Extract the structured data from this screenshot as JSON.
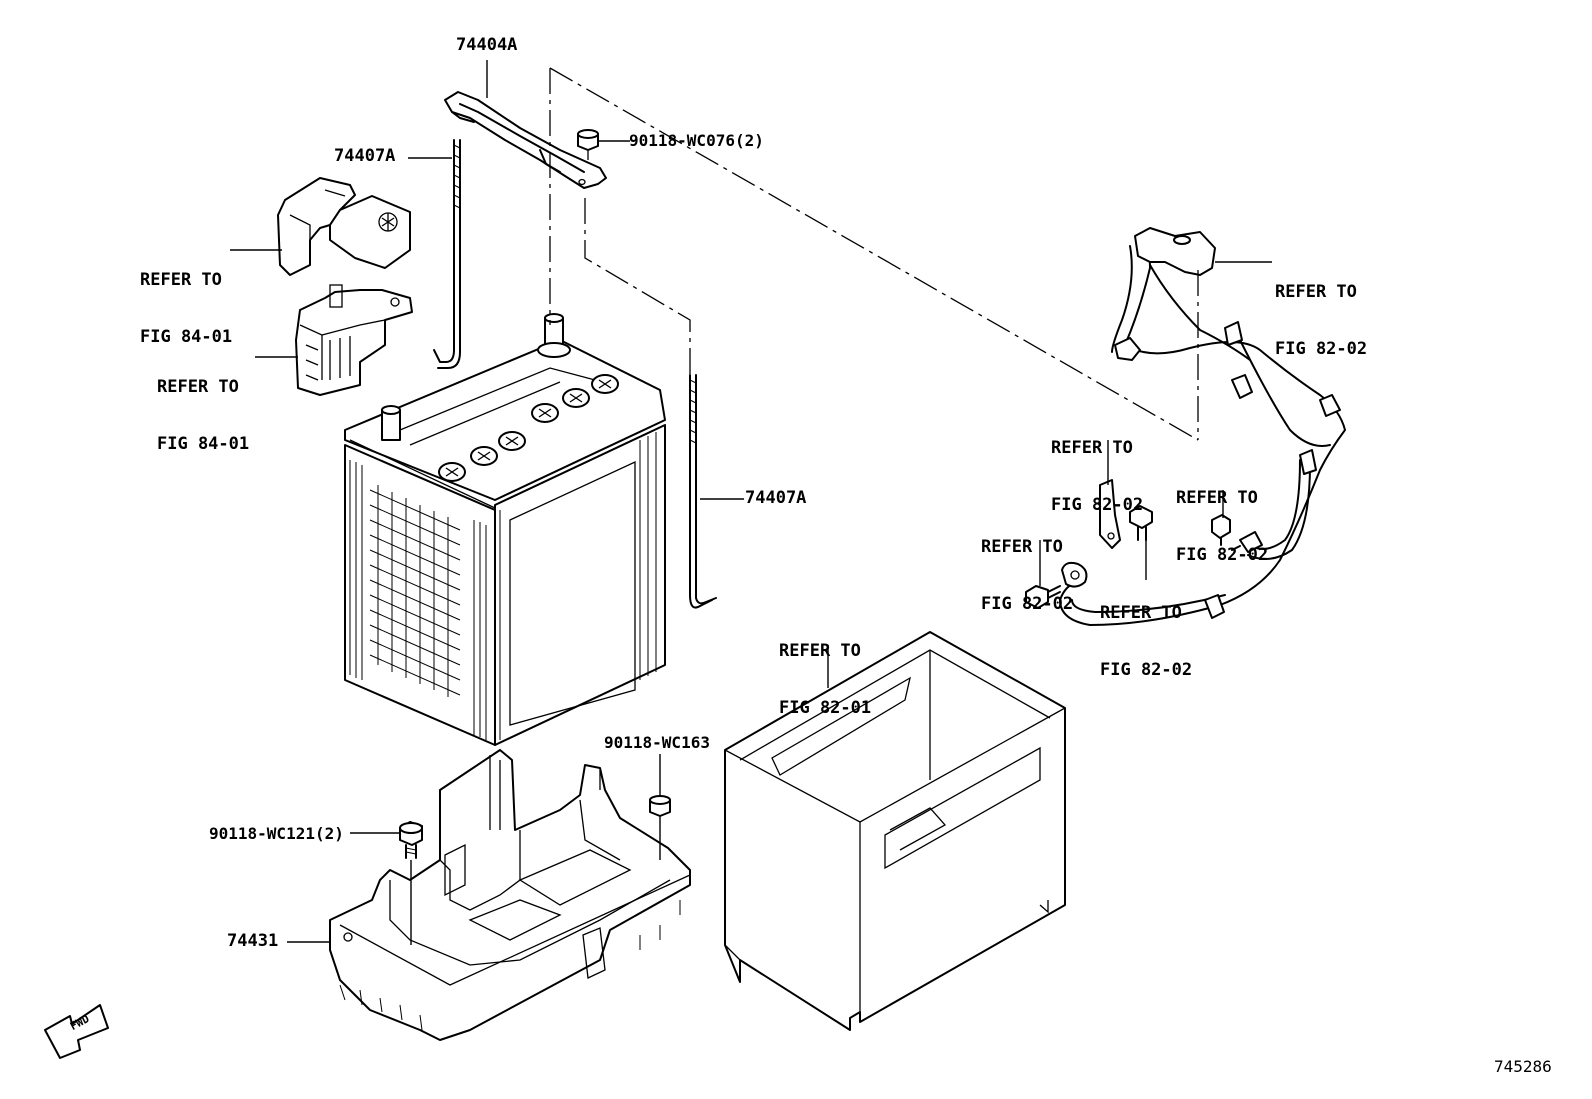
{
  "labels": {
    "hold_down_clamp": "74404A",
    "hold_down_bolt_left": "74407A",
    "hold_down_bolt_right": "74407A",
    "clamp_nut": "90118-WC076(2)",
    "tray_bolt": "90118-WC121(2)",
    "tray_nut": "90118-WC163",
    "battery_tray": "74431",
    "fwd_arrow": "FWD"
  },
  "refer_notes": {
    "terminal_cover": [
      "REFER TO",
      "FIG 84-01"
    ],
    "positive_terminal": [
      "REFER TO",
      "FIG 84-01"
    ],
    "negative_cable_end": [
      "REFER TO",
      "FIG 82-02"
    ],
    "cable_clamp_upper": [
      "REFER TO",
      "FIG 82-02"
    ],
    "cable_bracket": [
      "REFER TO",
      "FIG 82-02"
    ],
    "ground_bolt": [
      "REFER TO",
      "FIG 82-02"
    ],
    "ground_terminal": [
      "REFER TO",
      "FIG 82-02"
    ],
    "battery_case": [
      "REFER TO",
      "FIG 82-01"
    ]
  },
  "figure_number": "745286"
}
